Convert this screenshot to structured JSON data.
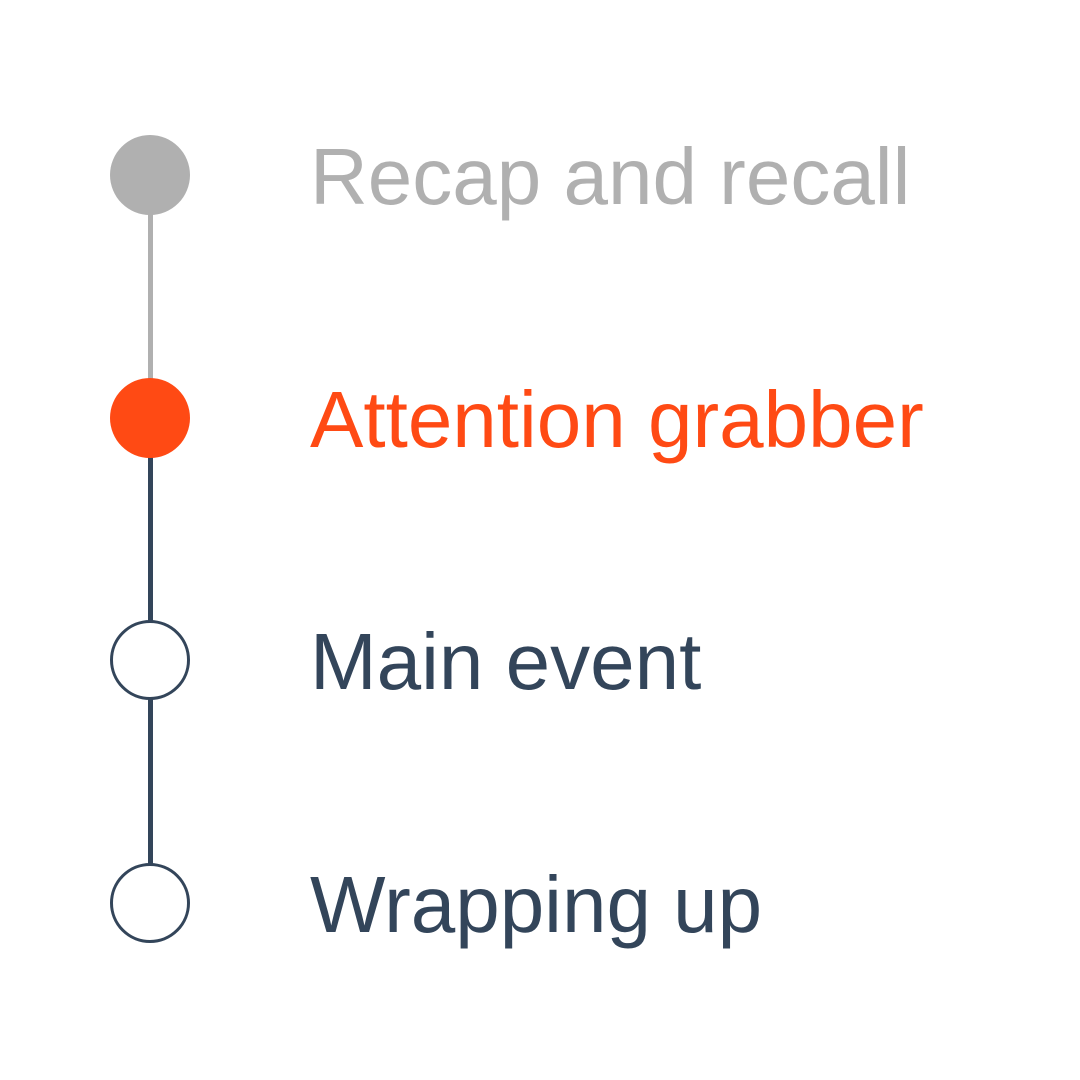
{
  "colors": {
    "done": "#b0b0b0",
    "current": "#ff4a14",
    "upcoming": "#33455a"
  },
  "steps": [
    {
      "label": "Recap and recall",
      "state": "done"
    },
    {
      "label": "Attention grabber",
      "state": "current"
    },
    {
      "label": "Main event",
      "state": "upcoming"
    },
    {
      "label": "Wrapping up",
      "state": "upcoming"
    }
  ]
}
